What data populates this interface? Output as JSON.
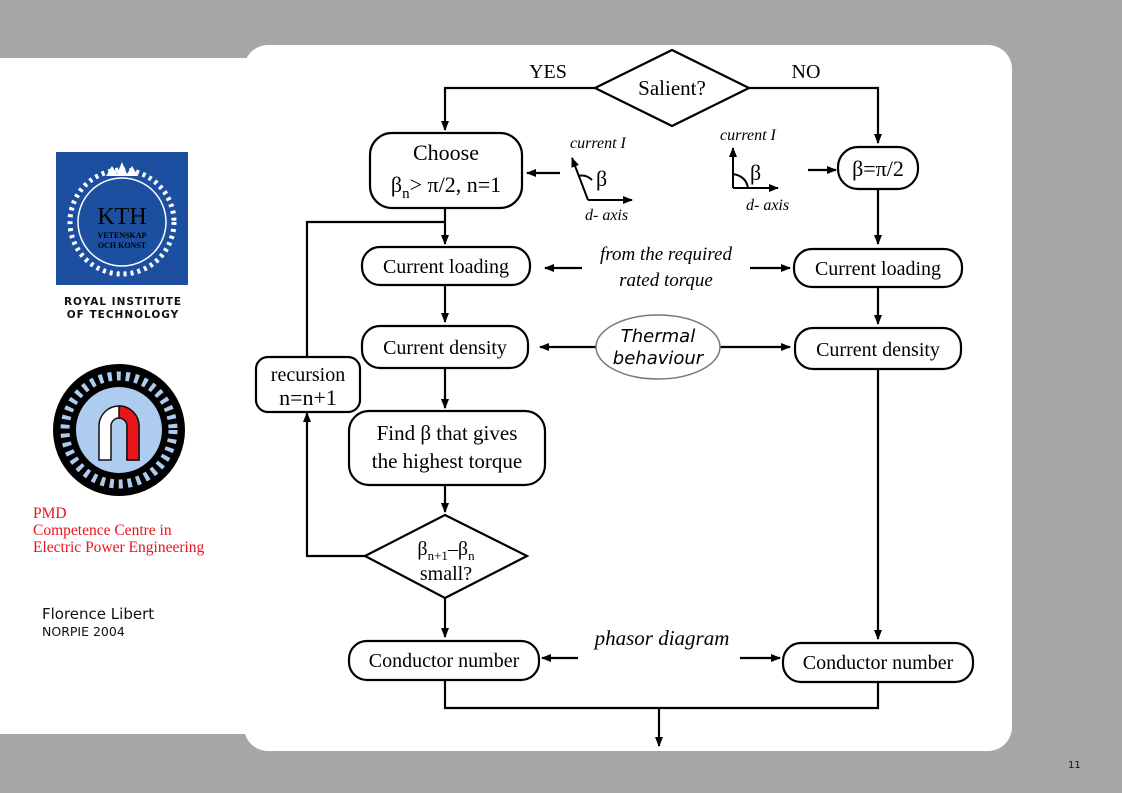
{
  "sidebar": {
    "kth_logo": {
      "text": "KTH",
      "line1": "VETENSKAP",
      "line2": "OCH KONST",
      "caption_line1": "ROYAL INSTITUTE",
      "caption_line2": "OF TECHNOLOGY",
      "color": "#1c4fa0"
    },
    "pmd_logo": {
      "line1": "PMD",
      "line2": "Competence Centre in",
      "line3": "Electric Power Engineering",
      "color": "#e8151b"
    },
    "author": "Florence Libert",
    "conference": "NORPIE 2004"
  },
  "page_number": "11",
  "diagram": {
    "decision_salient": "Salient?",
    "label_yes": "YES",
    "label_no": "NO",
    "choose_line1": "Choose",
    "choose_beta": "β",
    "choose_sub": "n",
    "choose_rest": "> π/2, n=1",
    "beta_pi2": "β=π/2",
    "current_i_left": "current I",
    "d_axis_left": "d- axis",
    "beta_left": "β",
    "current_i_right": "current I",
    "d_axis_right": "d- axis",
    "beta_right": "β",
    "current_loading_left": "Current loading",
    "current_loading_right": "Current loading",
    "from_required_line1": "from the required",
    "from_required_line2": "rated torque",
    "current_density_left": "Current density",
    "current_density_right": "Current density",
    "thermal_line1": "Thermal",
    "thermal_line2": "behaviour",
    "recursion_line1": "recursion",
    "recursion_line2": "n=n+1",
    "find_beta_line1": "Find β that gives",
    "find_beta_line2": "the highest torque",
    "small_beta1": "β",
    "small_sub1": "n+1",
    "small_minus": "–β",
    "small_sub2": "n",
    "small_line2": "small?",
    "phasor": "phasor diagram",
    "conductor_left": "Conductor number",
    "conductor_right": "Conductor number"
  }
}
